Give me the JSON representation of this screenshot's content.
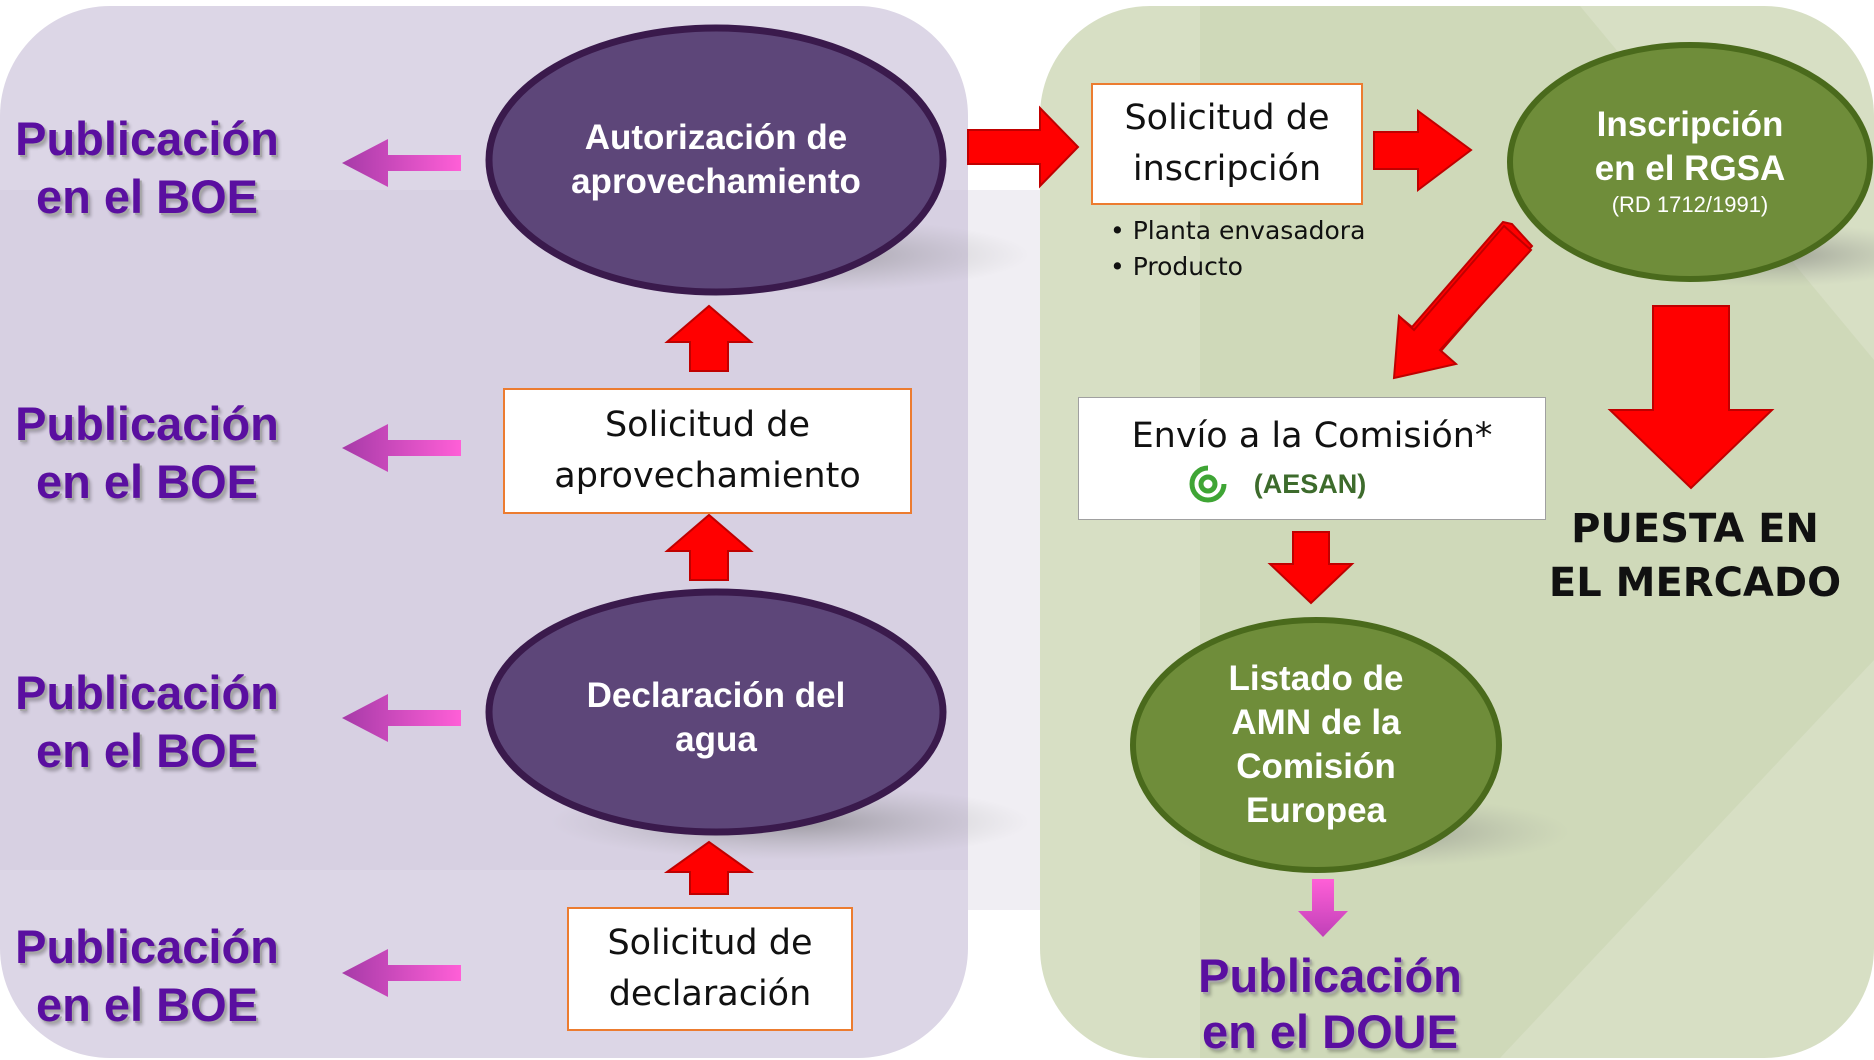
{
  "colors": {
    "left_panel": "#dcd6e6",
    "right_panel": "#d7dfc4",
    "purple_ellipse": "#5d4679",
    "green_ellipse": "#6f8d3a",
    "red_arrow": "#ff0000",
    "magenta_arrow": "#e050d0",
    "publication_text": "#5a0fa0",
    "box_border": "#ec7c30"
  },
  "publications": {
    "boe": [
      "Publicación",
      "en el BOE"
    ],
    "doue": [
      "Publicación",
      "en el DOUE"
    ]
  },
  "left_flow": {
    "autorizacion": [
      "Autorización de",
      "aprovechamiento"
    ],
    "solicitud_aprovechamiento": [
      "Solicitud de",
      "aprovechamiento"
    ],
    "declaracion": [
      "Declaración del",
      "agua"
    ],
    "solicitud_declaracion": [
      "Solicitud de",
      "declaración"
    ]
  },
  "right_flow": {
    "solicitud_inscripcion": [
      "Solicitud de",
      "inscripción"
    ],
    "inscripcion_items": [
      "Planta envasadora",
      "Producto"
    ],
    "inscripcion_rgsa": [
      "Inscripción",
      "en el RGSA"
    ],
    "rgsa_ref": "(RD 1712/1991)",
    "envio": "Envío a la Comisión*",
    "aesan": "(AESAN)",
    "aesan_icon": "aesan-logo-icon",
    "listado": [
      "Listado de",
      "AMN de la",
      "Comisión",
      "Europea"
    ],
    "puesta": [
      "PUESTA EN",
      "EL MERCADO"
    ]
  }
}
